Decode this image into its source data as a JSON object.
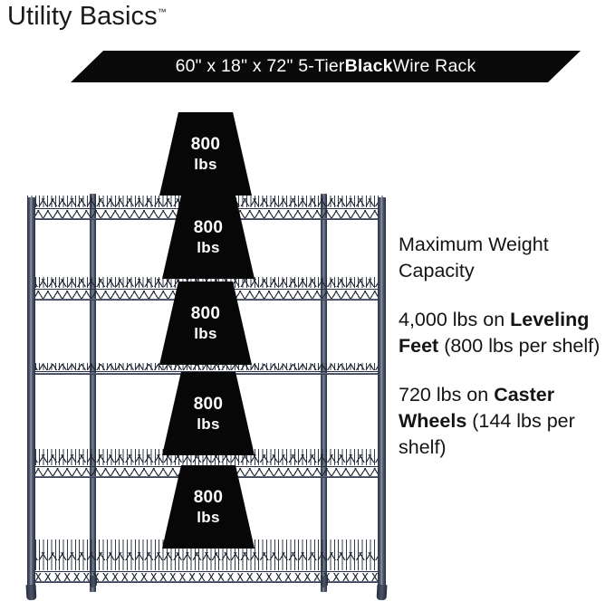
{
  "brand": {
    "name": "Utility Basics",
    "trademark": "™"
  },
  "banner": {
    "prefix": "60\" x 18\" x 72\" 5-Tier ",
    "emphasis": "Black",
    "suffix": " Wire Rack",
    "full_text": "60\" x 18\" x 72\" 5-Tier Black Wire Rack",
    "background_color": "#0a0a0a",
    "text_color": "#ffffff"
  },
  "rack": {
    "tier_count": 5,
    "frame_color": "#3a4354",
    "badge_color": "#070707",
    "badge_text_color": "#ffffff",
    "shelves": [
      {
        "value": "800",
        "unit": "lbs"
      },
      {
        "value": "800",
        "unit": "lbs"
      },
      {
        "value": "800",
        "unit": "lbs"
      },
      {
        "value": "800",
        "unit": "lbs"
      },
      {
        "value": "800",
        "unit": "lbs"
      }
    ]
  },
  "info": {
    "heading": "Maximum Weight Capacity",
    "leveling": {
      "lead": "4,000 lbs on ",
      "emphasis": "Leveling Feet",
      "tail": " (800 lbs per shelf)"
    },
    "caster": {
      "lead": "720 lbs on ",
      "emphasis": "Caster Wheels",
      "tail": " (144 lbs per shelf)"
    }
  }
}
